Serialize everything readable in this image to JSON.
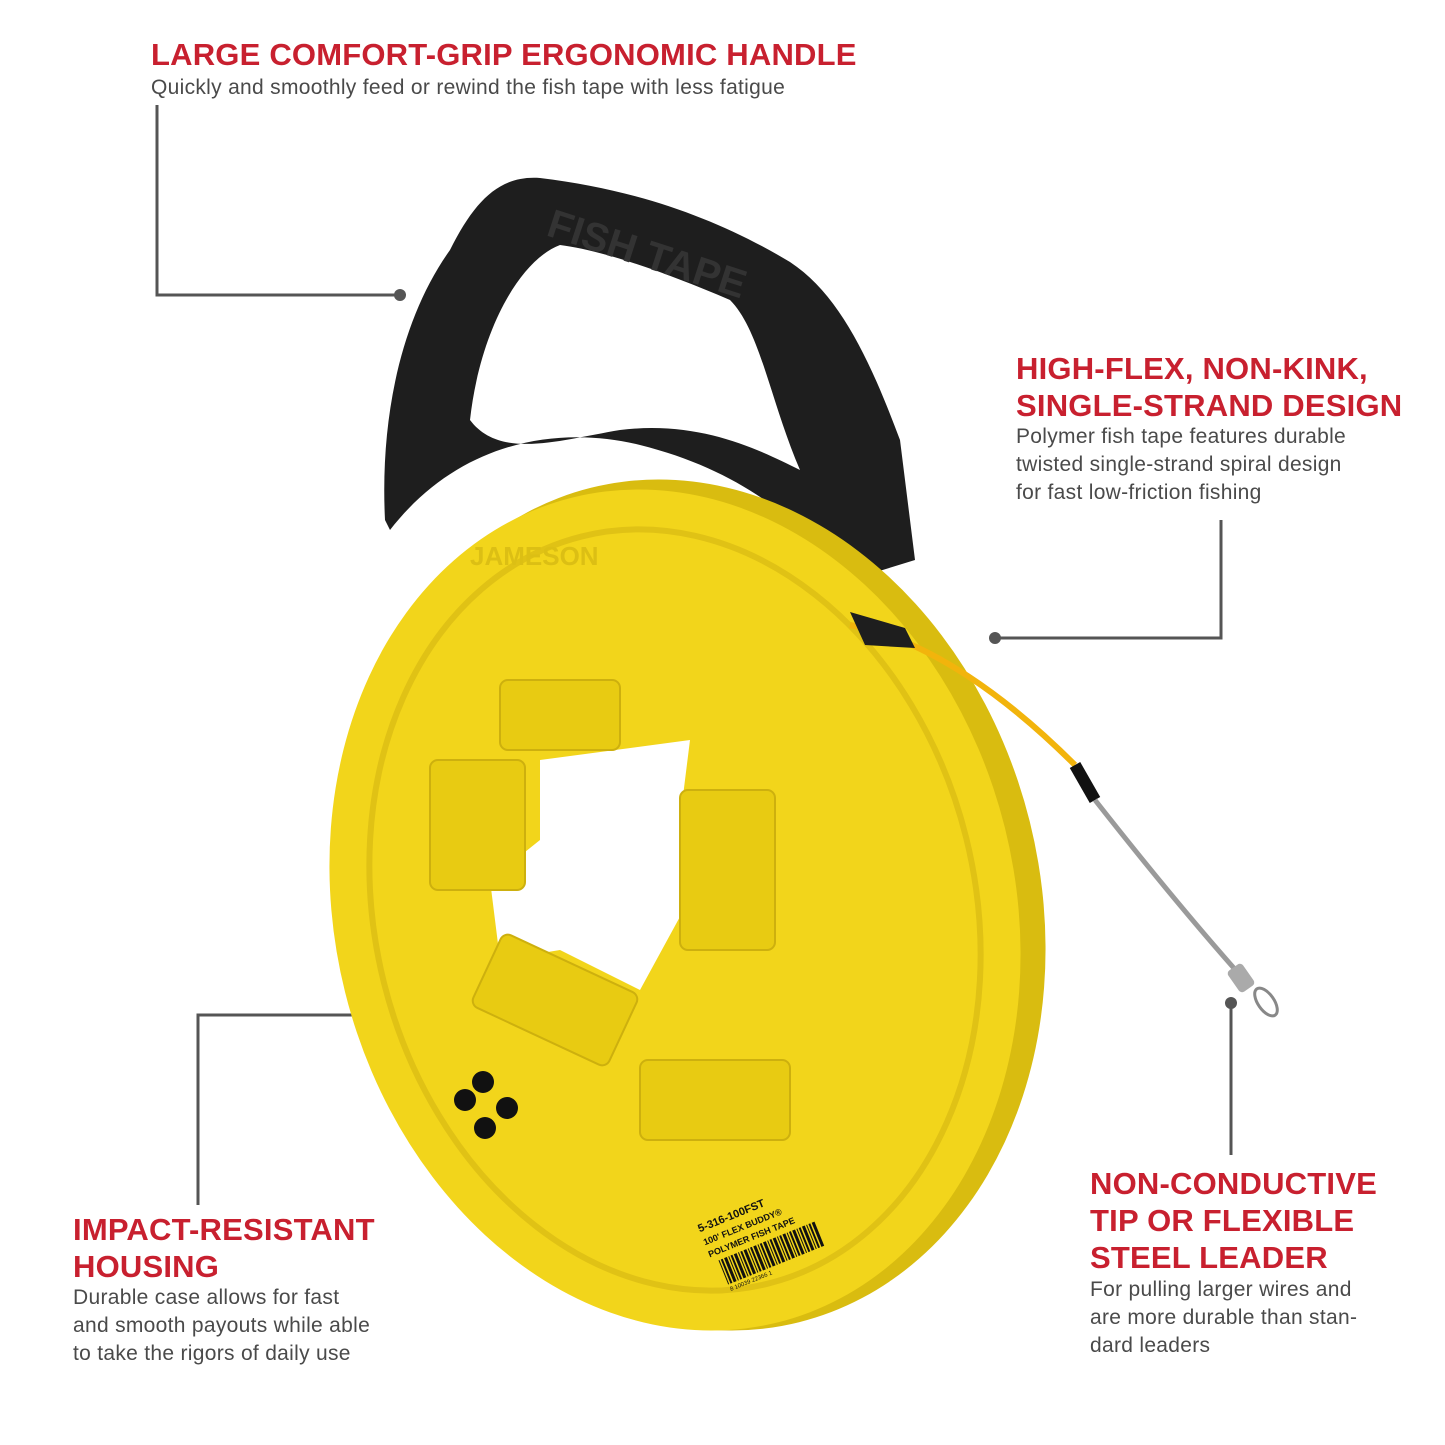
{
  "callouts": {
    "handle": {
      "title": "LARGE COMFORT-GRIP ERGONOMIC HANDLE",
      "desc": "Quickly and smoothly feed or rewind the fish tape with less fatigue"
    },
    "design": {
      "title_lines": [
        "HIGH-FLEX, NON-KINK,",
        "SINGLE-STRAND DESIGN"
      ],
      "desc_lines": [
        "Polymer fish tape features durable",
        "twisted single-strand spiral design",
        "for fast low-friction fishing"
      ]
    },
    "housing": {
      "title_lines": [
        "IMPACT-RESISTANT",
        "HOUSING"
      ],
      "desc_lines": [
        "Durable case allows for fast",
        "and smooth payouts while able",
        "to take the rigors of daily use"
      ]
    },
    "tip": {
      "title_lines": [
        "NON-CONDUCTIVE",
        "TIP OR FLEXIBLE",
        "STEEL LEADER"
      ],
      "desc_lines": [
        "For pulling larger wires and",
        "are more durable than stan-",
        "dard leaders"
      ]
    }
  },
  "product": {
    "handle_text": "FISH TAPE",
    "brand": "JAMESON",
    "label_lines": [
      "5-316-100FST",
      "100' FLEX BUDDY®",
      "POLYMER FISH TAPE"
    ],
    "barcode_number": "8 10039 22366 1"
  },
  "colors": {
    "accent": "#c8202f",
    "text": "#4a4a4a",
    "reel": "#f2d51b",
    "handle": "#1c1c1c"
  }
}
